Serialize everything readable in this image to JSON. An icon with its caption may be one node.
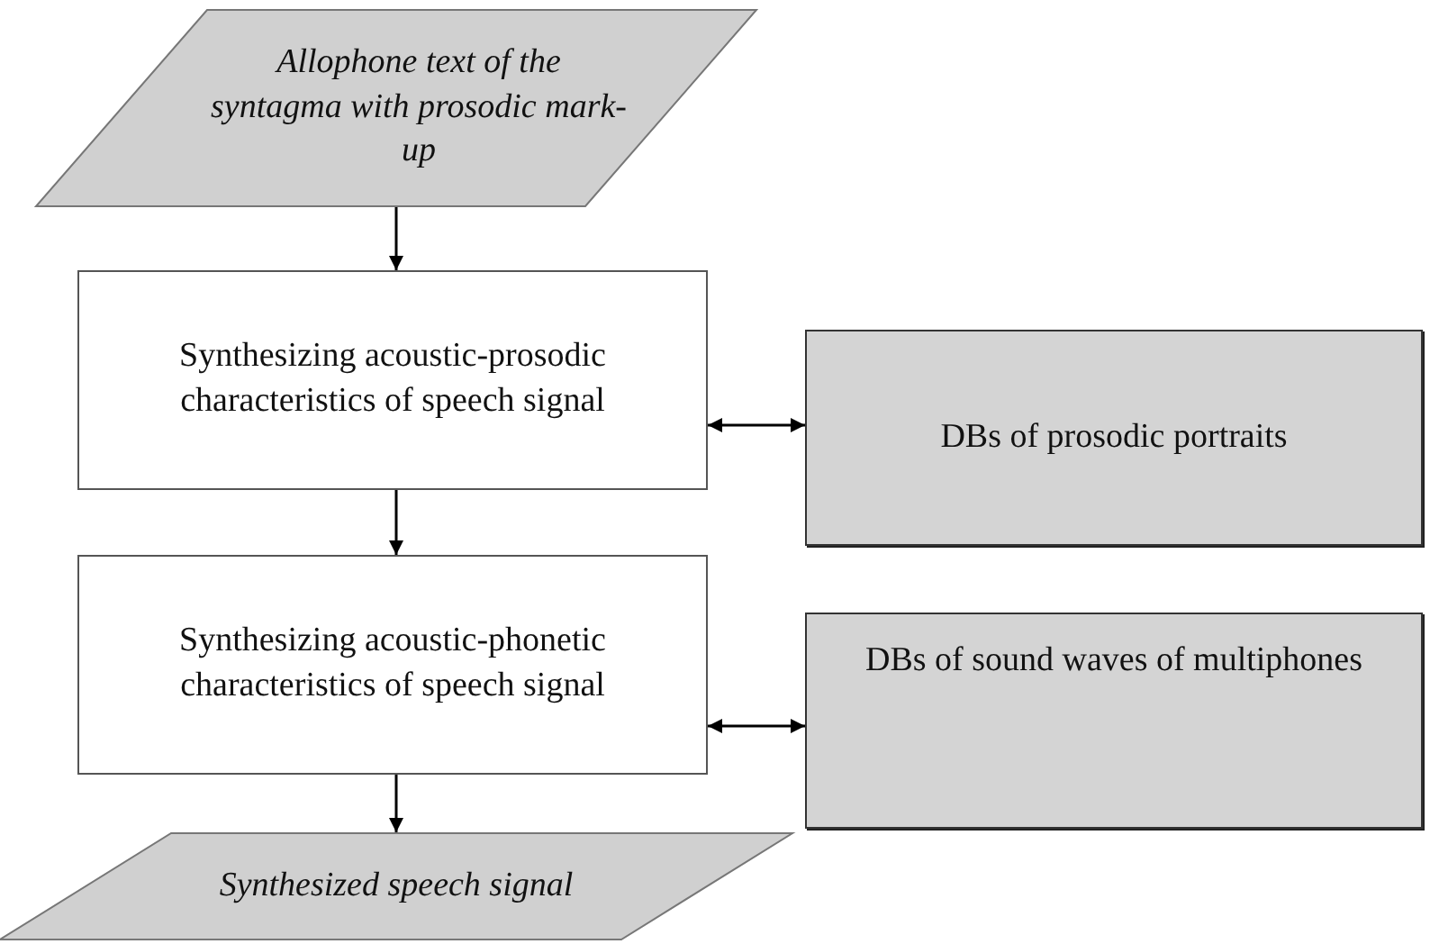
{
  "diagram": {
    "nodes": [
      {
        "text": [
          "Allophone text of the syntagma with prosodic mark-up"
        ]
      },
      {
        "text": [
          "Synthesizing acoustic-prosodic characteristics of speech signal"
        ]
      },
      {
        "text": [
          "DBs of prosodic portraits"
        ]
      },
      {
        "text": [
          "Synthesizing acoustic-phonetic characteristics of speech signal"
        ]
      },
      {
        "text": [
          "DBs of sound waves of multiphones"
        ]
      },
      {
        "text": [
          "Synthesized speech signal"
        ]
      }
    ],
    "edges": [
      {
        "from": 0,
        "to": 1,
        "arrow": "to"
      },
      {
        "from": 1,
        "to": 2,
        "arrow": "both"
      },
      {
        "from": 1,
        "to": 3,
        "arrow": "to"
      },
      {
        "from": 3,
        "to": 4,
        "arrow": "both"
      },
      {
        "from": 3,
        "to": 5,
        "arrow": "to"
      }
    ]
  }
}
